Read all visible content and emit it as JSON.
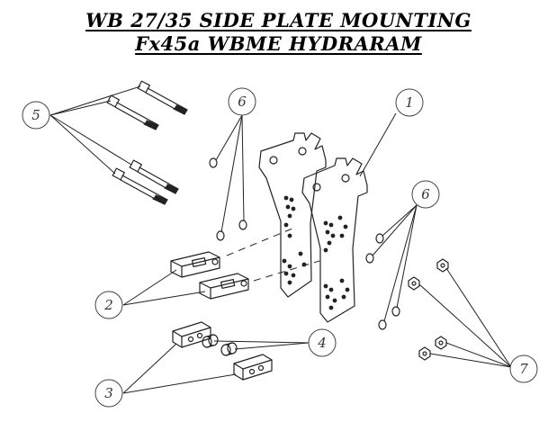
{
  "title_line1": "WB 27/35 SIDE PLATE MOUNTING",
  "title_line2": "Fx45a WBME HYDRARAM",
  "callouts": [
    "1",
    "2",
    "3",
    "4",
    "5",
    "6",
    "6",
    "7"
  ]
}
